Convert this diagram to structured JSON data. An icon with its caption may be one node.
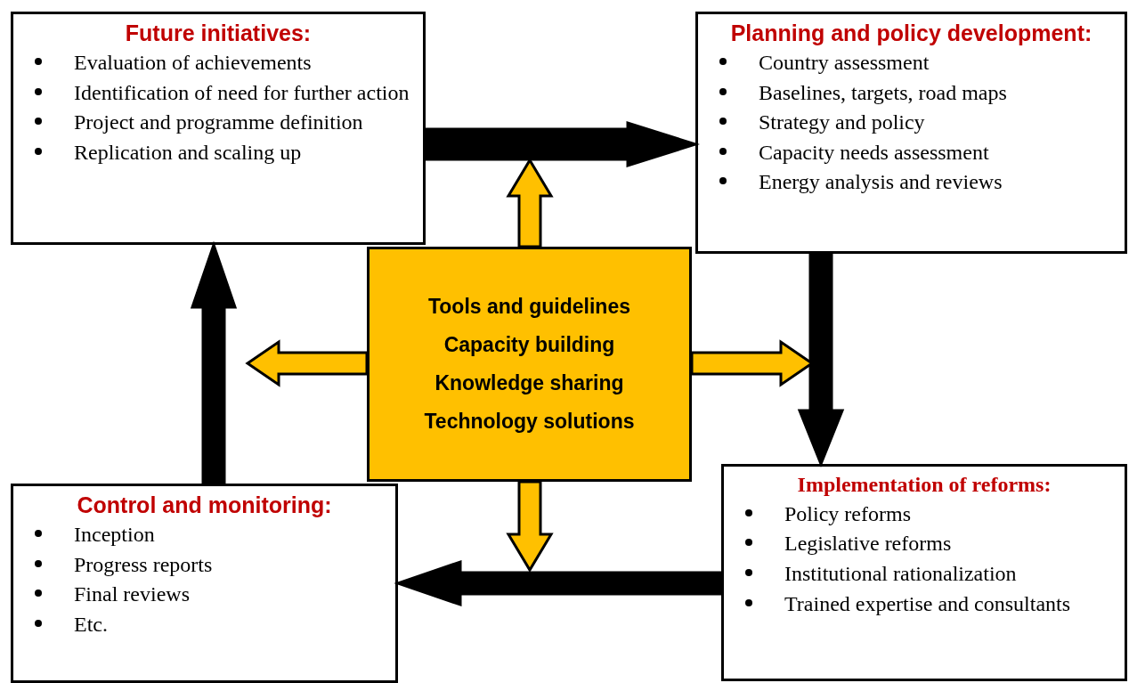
{
  "diagram": {
    "nodes": [
      {
        "text": [
          "Future initiatives:",
          "Evaluation of achievements",
          "Identification of need for further action",
          "Project and programme definition",
          "Replication and scaling up"
        ]
      },
      {
        "text": [
          "Planning and policy development:",
          "Country assessment",
          "Baselines, targets, road maps",
          "Strategy and policy",
          "Capacity needs assessment",
          "Energy analysis and reviews"
        ]
      },
      {
        "text": [
          "Tools and guidelines",
          "Capacity building",
          "Knowledge sharing",
          "Technology solutions"
        ]
      },
      {
        "text": [
          "Implementation of reforms:",
          "Policy reforms",
          "Legislative reforms",
          "Institutional rationalization",
          "Trained expertise and consultants"
        ]
      },
      {
        "text": [
          "Control and monitoring:",
          "Inception",
          "Progress reports",
          "Final reviews",
          "Etc."
        ]
      }
    ],
    "edges": [
      {
        "from": 0,
        "to": 1,
        "arrow": "to",
        "style": "thick",
        "color": "#000000"
      },
      {
        "from": 1,
        "to": 3,
        "arrow": "to",
        "style": "thick",
        "color": "#000000"
      },
      {
        "from": 3,
        "to": 4,
        "arrow": "to",
        "style": "thick",
        "color": "#000000"
      },
      {
        "from": 4,
        "to": 0,
        "arrow": "to",
        "style": "thick",
        "color": "#000000"
      },
      {
        "from": 2,
        "to": null,
        "arrow": "to",
        "style": "thick",
        "color": "#ffc000"
      },
      {
        "from": 2,
        "to": null,
        "arrow": "to",
        "style": "thick",
        "color": "#ffc000"
      },
      {
        "from": 2,
        "to": null,
        "arrow": "to",
        "style": "thick",
        "color": "#ffc000"
      },
      {
        "from": 2,
        "to": null,
        "arrow": "to",
        "style": "thick",
        "color": "#ffc000"
      }
    ]
  }
}
